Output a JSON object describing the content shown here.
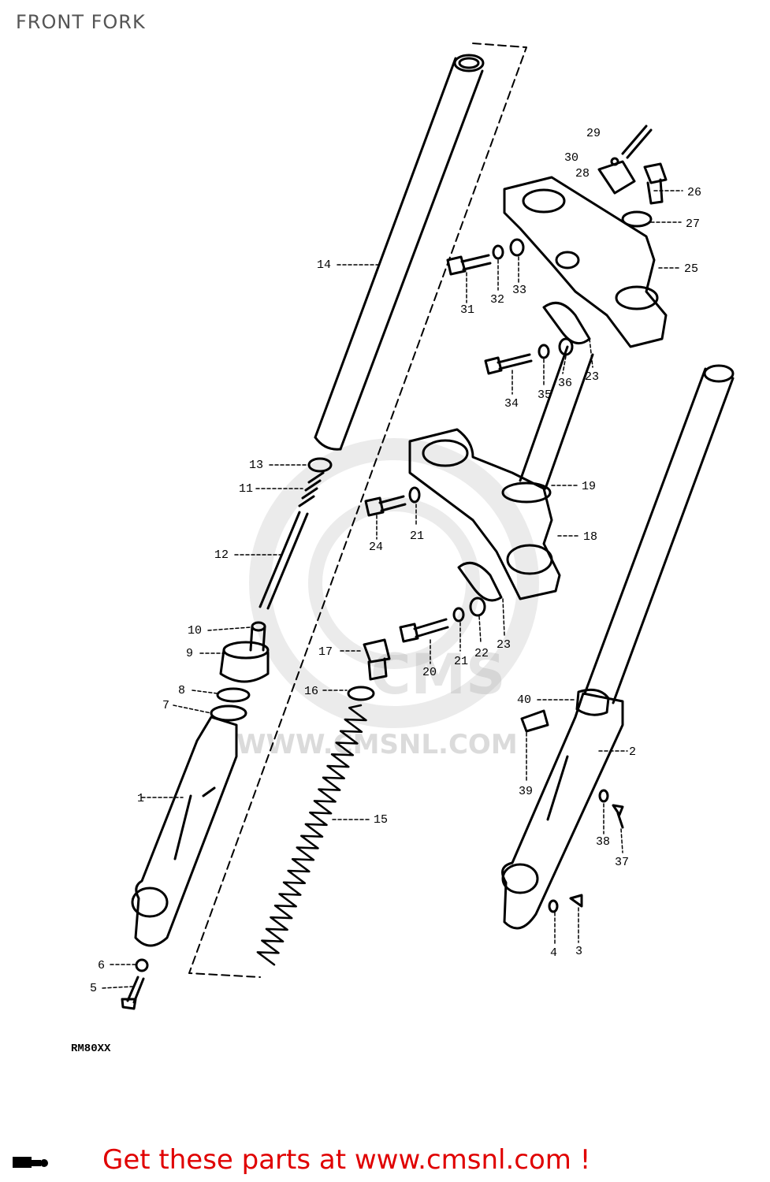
{
  "title": "FRONT FORK",
  "model_code": "RM80XX",
  "footer": {
    "cta": "Get these parts at www.cmsnl.com !"
  },
  "watermark": {
    "name": "CMS",
    "url": "WWW.CMSNL.COM"
  },
  "callouts": [
    "1",
    "2",
    "3",
    "4",
    "5",
    "6",
    "7",
    "8",
    "9",
    "10",
    "11",
    "12",
    "13",
    "14",
    "15",
    "16",
    "17",
    "18",
    "19",
    "20",
    "21",
    "21",
    "22",
    "23",
    "23",
    "24",
    "25",
    "26",
    "27",
    "28",
    "29",
    "30",
    "31",
    "32",
    "33",
    "34",
    "35",
    "36",
    "37",
    "38",
    "39",
    "40"
  ],
  "colors": {
    "cta": "#e00000",
    "line": "#000000",
    "title": "#555555"
  }
}
